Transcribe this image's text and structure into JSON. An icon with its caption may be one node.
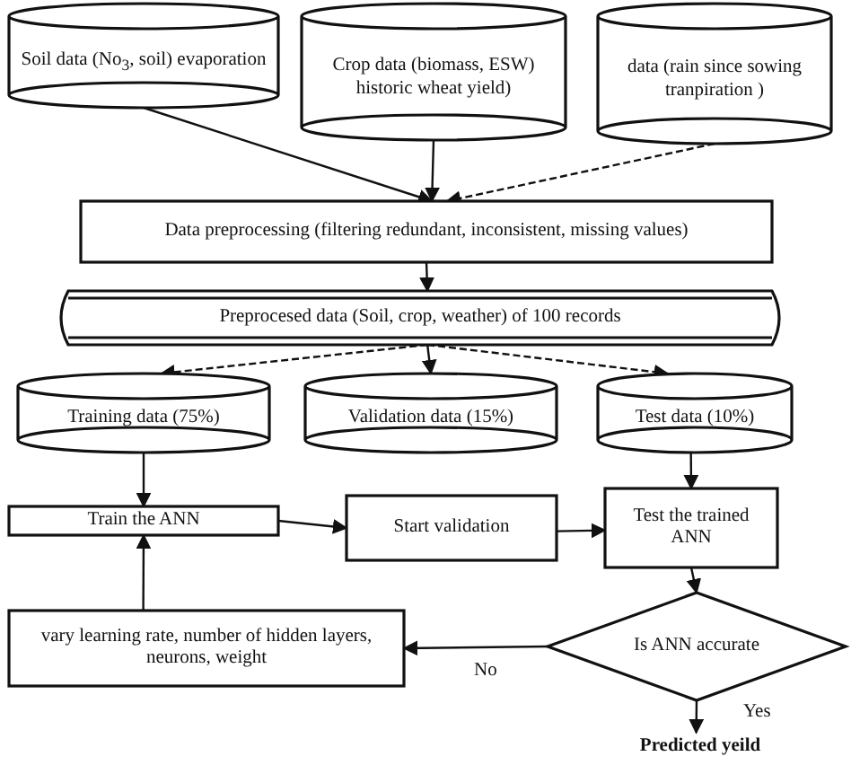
{
  "diagram": {
    "nodes": [
      {
        "text": [
          "Soil data (No$_{3}$, soil) evaporation"
        ]
      },
      {
        "text": [
          "Crop data (biomass, ESW) historic wheat yield)"
        ]
      },
      {
        "text": [
          "data (rain since sowing tranpiration )"
        ]
      },
      {
        "text": [
          "Data preprocessing (filtering redundant, inconsistent, missing values)"
        ]
      },
      {
        "text": [
          "Preprocesed data (Soil, crop, weather) of 100 records"
        ]
      },
      {
        "text": [
          "Training data (75%)"
        ]
      },
      {
        "text": [
          "Validation data (15%)"
        ]
      },
      {
        "text": [
          "Test data (10%)"
        ]
      },
      {
        "text": [
          "Train the ANN"
        ]
      },
      {
        "text": [
          "Start validation"
        ]
      },
      {
        "text": [
          "Test the trained ANN"
        ]
      },
      {
        "text": [
          "vary learning rate, number of hidden layers, neurons, weight"
        ]
      },
      {
        "text": [
          "Is ANN accurate"
        ]
      },
      {
        "text": [
          "Predicted yeild"
        ]
      }
    ],
    "edges": [
      {
        "from": 0,
        "to": 3,
        "arrow": "to"
      },
      {
        "from": 1,
        "to": 3,
        "arrow": "to"
      },
      {
        "from": 2,
        "to": 3,
        "arrow": "to",
        "style": "dashed"
      },
      {
        "from": 3,
        "to": 4,
        "arrow": "to"
      },
      {
        "from": 4,
        "to": 5,
        "arrow": "to",
        "style": "dashed"
      },
      {
        "from": 4,
        "to": 6,
        "arrow": "to"
      },
      {
        "from": 4,
        "to": 7,
        "arrow": "to",
        "style": "dashed"
      },
      {
        "from": 5,
        "to": 8,
        "arrow": "to"
      },
      {
        "from": 8,
        "to": 9,
        "arrow": "to"
      },
      {
        "from": 9,
        "to": 10,
        "arrow": "to"
      },
      {
        "from": 7,
        "to": 10,
        "arrow": "to"
      },
      {
        "from": 10,
        "to": 12,
        "arrow": "to"
      },
      {
        "from": 12,
        "to": 11,
        "arrow": "to",
        "label": "No"
      },
      {
        "from": 11,
        "to": 8,
        "arrow": "to"
      },
      {
        "from": 12,
        "to": 13,
        "arrow": "to",
        "label": "Yes"
      }
    ]
  }
}
